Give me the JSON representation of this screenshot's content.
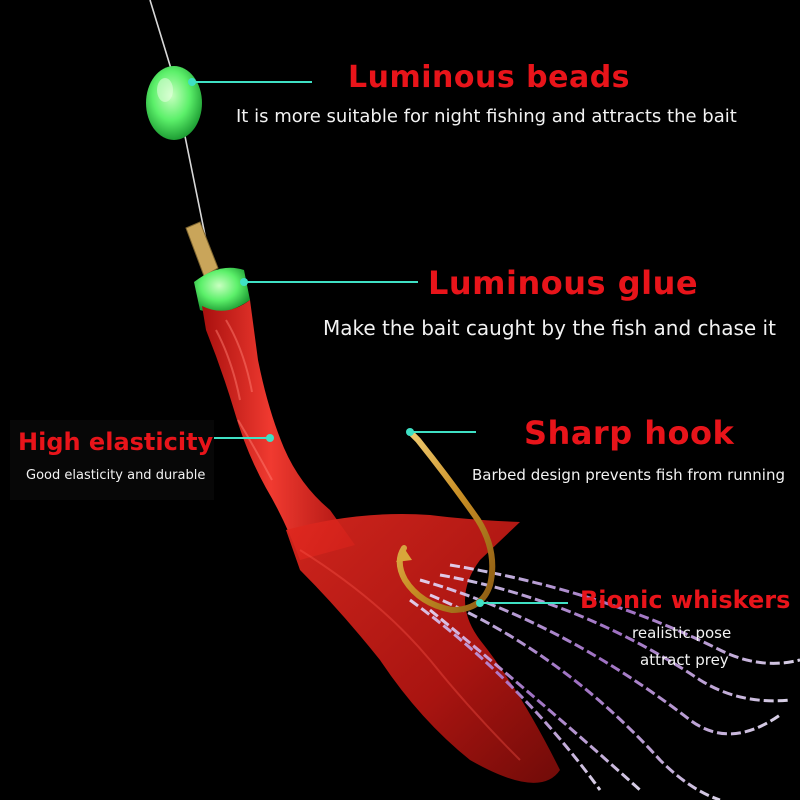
{
  "colors": {
    "background": "#000000",
    "heading": "#e8141a",
    "subtext": "#f2f2f2",
    "leader_line": "#3fe0c4",
    "glow_green": "#7dff86",
    "lure_red": "#d4221c",
    "hook_gold": "#d9a63a"
  },
  "labels": {
    "beads": {
      "title": "Luminous beads",
      "desc": "It is more suitable for night fishing and attracts the bait"
    },
    "glue": {
      "title": "Luminous glue",
      "desc": "Make the bait caught by the fish and chase it"
    },
    "elasticity": {
      "title": "High elasticity",
      "desc": "Good elasticity and durable"
    },
    "hook": {
      "title": "Sharp hook",
      "desc": "Barbed design prevents fish from running"
    },
    "whiskers": {
      "title": "Bionic whiskers",
      "desc_line1": "realistic pose",
      "desc_line2": "attract prey"
    }
  }
}
